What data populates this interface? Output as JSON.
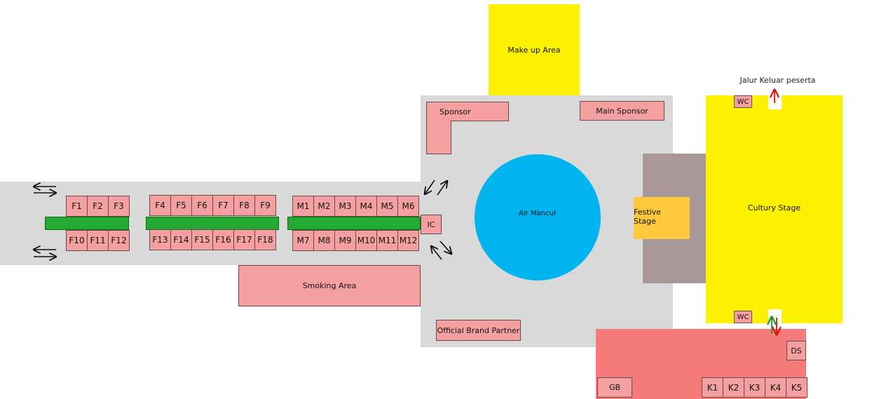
{
  "areas": {
    "makeup": "Make up Area",
    "sponsor": "Sponsor",
    "main_sponsor": "Main Sponsor",
    "air_mancur": "Air Mancur",
    "festive_stage": "Festive Stage",
    "cultury_stage": "Cultury Stage",
    "exit_label": "Jalur Keluar peserta",
    "wc_top": "WC",
    "wc_bottom": "WC",
    "smoking": "Smoking Area",
    "official_brand": "Official Brand Partner",
    "ic": "IC",
    "ds": "DS",
    "gb": "GB"
  },
  "f_top_a": [
    "F1",
    "F2",
    "F3"
  ],
  "f_bot_a": [
    "F10",
    "F11",
    "F12"
  ],
  "f_top_b": [
    "F4",
    "F5",
    "F6",
    "F7",
    "F8",
    "F9"
  ],
  "f_bot_b": [
    "F13",
    "F14",
    "F15",
    "F16",
    "F17",
    "F18"
  ],
  "m_top": [
    "M1",
    "M2",
    "M3",
    "M4",
    "M5",
    "M6"
  ],
  "m_bot": [
    "M7",
    "M8",
    "M9",
    "M10",
    "M11",
    "M12"
  ],
  "k_booths": [
    "K1",
    "K2",
    "K3",
    "K4",
    "K5"
  ],
  "colors": {
    "floor": "#d9d9d9",
    "booth": "#f4a0a0",
    "yellow": "#fff200",
    "fountain": "#00b4f0",
    "festive": "#ffc83d",
    "stage_back": "#a89898",
    "bottom_zone": "#f77a7a",
    "divider": "#22aa33"
  }
}
